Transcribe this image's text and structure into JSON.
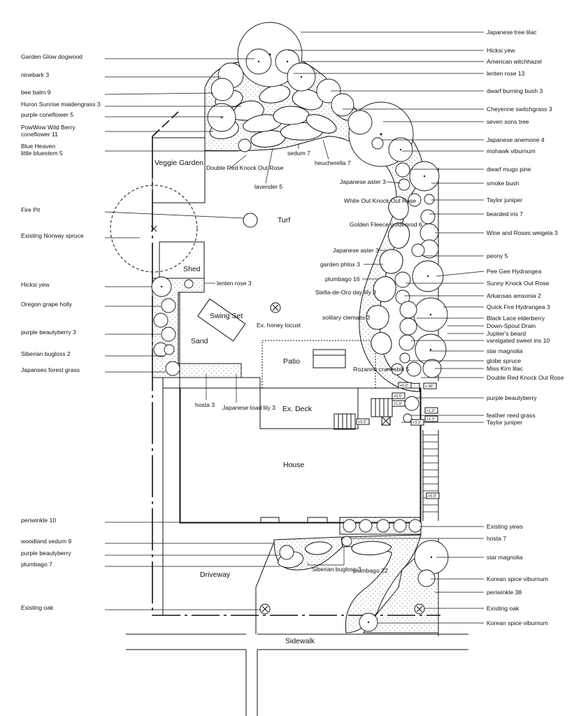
{
  "areas": {
    "veggie_garden": "Veggie Garden",
    "turf": "Turf",
    "shed": "Shed",
    "swing_set": "Swing Set",
    "sand": "Sand",
    "patio": "Patio",
    "ex_deck": "Ex. Deck",
    "house": "House",
    "driveway": "Driveway",
    "sidewalk": "Sidewalk"
  },
  "left_labels": [
    "Garden Glow dogwood",
    "ninebark 3",
    "bee balm 9",
    "Huron Sunrise maidengrass 3",
    "purple coneflower 5",
    "PowWow Wild Berry coneflower 11",
    "Blue Heaven little bluestem 5",
    "Fire Pit",
    "Existing Norway spruce",
    "Hicksi yew",
    "Oregon grape holly",
    "purple beautyberry 3",
    "Siberian bugloss 2",
    "Japanses forest grass",
    "periwinkle 10",
    "woodland sedum 9",
    "purple beautyberry",
    "plumbago 7",
    "Existing oak"
  ],
  "right_labels": [
    "Japanese tree lilac",
    "Hicksi yew",
    "American witchhazel",
    "lenten rose 13",
    "dwarf burning bush 3",
    "Cheyenne switchgrass 3",
    "seven sons tree",
    "Japanese anemone 4",
    "mohawk viburnum",
    "dwarf mugo pine",
    "smoke bush",
    "Taylor juniper",
    "bearded iris 7",
    "Wine and Roses weigela 3",
    "peony 5",
    "Pee Gee Hydrangea",
    "Sunny Knock Out Rose",
    "Arkansas amsonia 2",
    "Quick Fire Hydrangea 3",
    "Black Lace elderberry",
    "Down-Spout Drain",
    "Jupiter's beard",
    "vareigated sweet iris 10",
    "star magnolia",
    "globe spruce",
    "Miss Kim lilac",
    "Double Red Knock Out Rose",
    "purple beautyberry",
    "feather reed grass",
    "Taylor juniper",
    "Existing yews",
    "hosta 7",
    "star magnolia",
    "Korean spice viburnum",
    "periwinkle 38",
    "Existing oak",
    "Korean spice viburnum"
  ],
  "inner_labels": {
    "sedum": "sedum 7",
    "heucherella": "heucherella 7",
    "double_red": "Double Red Knock Out Rose",
    "lavender": "lavender 5",
    "japanese_aster_1": "Japanese aster 3",
    "white_out": "White Out Knock Out Rose",
    "golden_fleece": "Golden Fleece goldenrod 6",
    "japanese_aster_2": "Japanese aster 3",
    "garden_phlox": "garden phlox 3",
    "plumbago_16": "plumbago 16",
    "stella": "Stella-de-Oro day lily 3",
    "clematis": "solitary clematis 3",
    "rozanne": "Rozanne cranesbill 5",
    "lenten_rose_3": "lenten rose 3",
    "honey_locust": "Ex. honey locust",
    "hosta_3": "hosta 3",
    "toad_lily": "Japanese toad lily 3",
    "siberian_bugloss_3": "Siberian bugloss 3",
    "plumbago_22": "plumbago 22"
  },
  "elevations": [
    "+.96'",
    "+0.0'",
    "+0.5'",
    "+1.0'",
    "+1.0'",
    "+1.3'",
    "+5.0'",
    "+5.0'",
    "+3.3'"
  ]
}
